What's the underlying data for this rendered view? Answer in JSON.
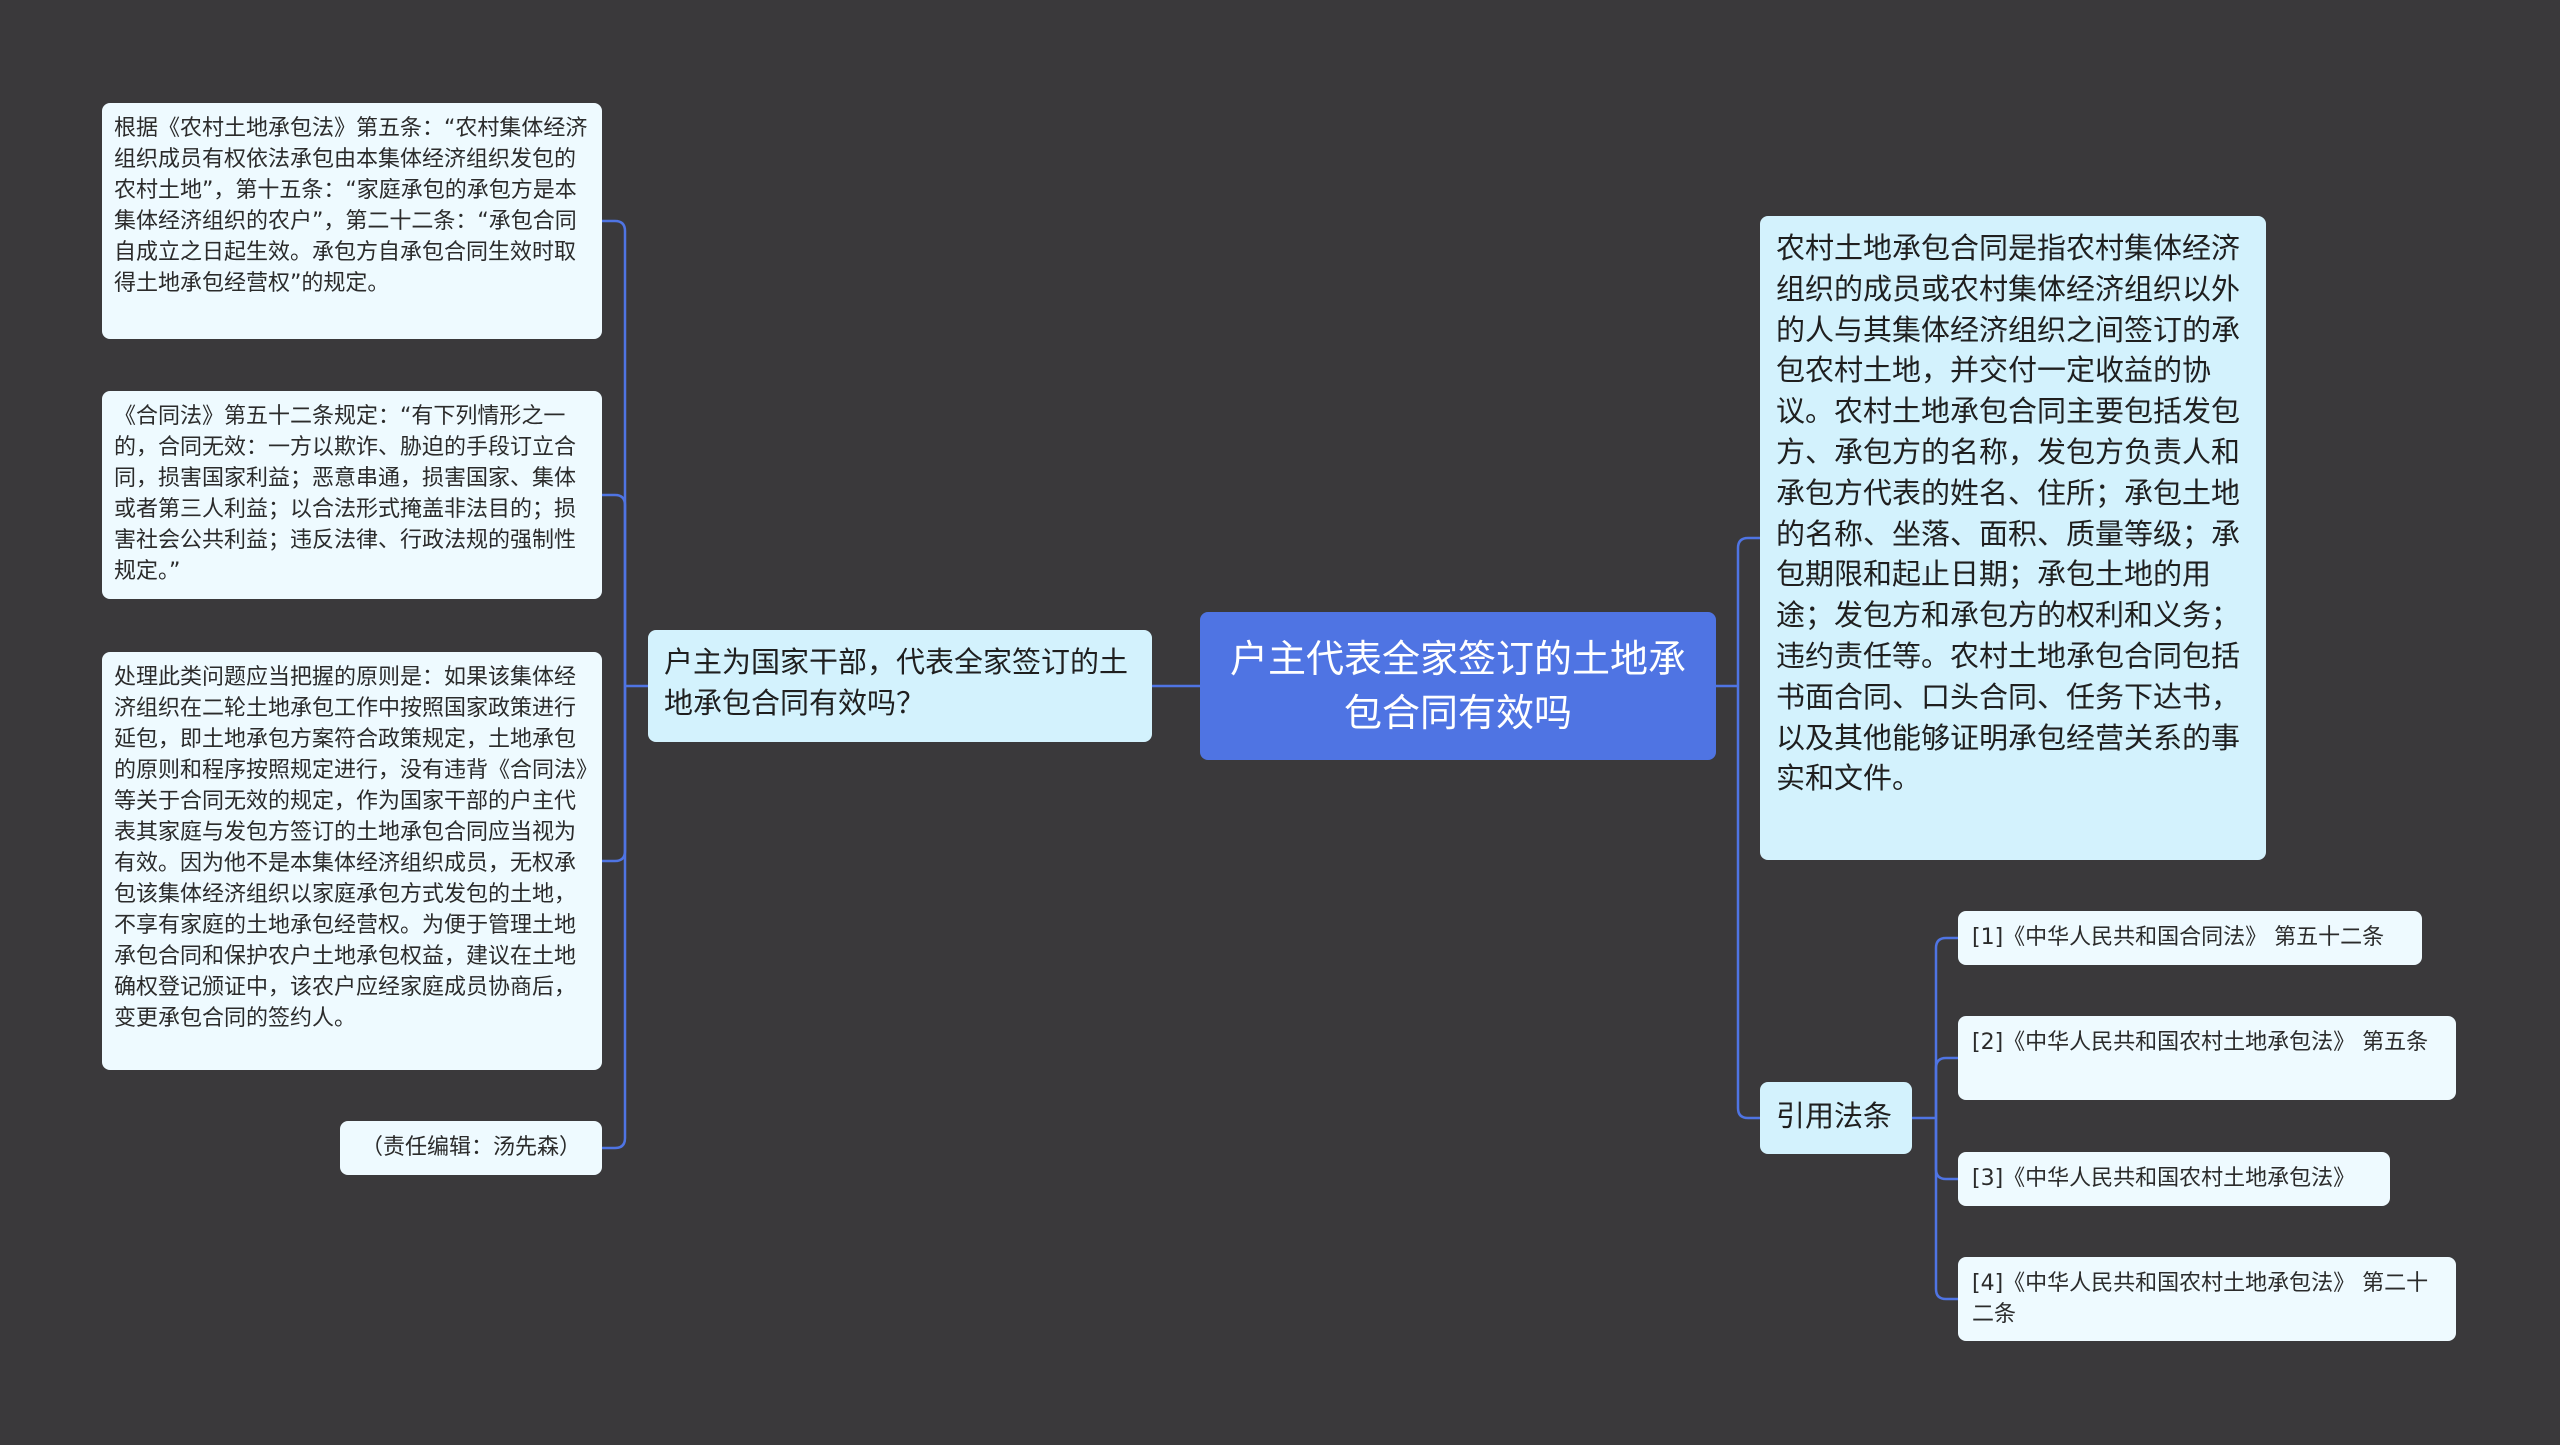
{
  "root": {
    "label": "户主代表全家签订的土地承包合同有效吗"
  },
  "left_branch": {
    "label": "户主为国家干部，代表全家签订的土地承包合同有效吗？",
    "children": [
      "根据《农村土地承包法》第五条：“农村集体经济组织成员有权依法承包由本集体经济组织发包的农村土地”，第十五条：“家庭承包的承包方是本集体经济组织的农户”，第二十二条：“承包合同自成立之日起生效。承包方自承包合同生效时取得土地承包经营权”的规定。",
      "《合同法》第五十二条规定：“有下列情形之一的，合同无效：一方以欺诈、胁迫的手段订立合同，损害国家利益；恶意串通，损害国家、集体或者第三人利益；以合法形式掩盖非法目的；损害社会公共利益；违反法律、行政法规的强制性规定。”",
      "处理此类问题应当把握的原则是：如果该集体经济组织在二轮土地承包工作中按照国家政策进行延包，即土地承包方案符合政策规定，土地承包的原则和程序按照规定进行，没有违背《合同法》等关于合同无效的规定，作为国家干部的户主代表其家庭与发包方签订的土地承包合同应当视为有效。因为他不是本集体经济组织成员，无权承包该集体经济组织以家庭承包方式发包的土地，不享有家庭的土地承包经营权。为便于管理土地承包合同和保护农户土地承包权益，建议在土地确权登记颁证中，该农户应经家庭成员协商后，变更承包合同的签约人。",
      "（责任编辑：汤先森）"
    ]
  },
  "right_definition": {
    "text": "农村土地承包合同是指农村集体经济组织的成员或农村集体经济组织以外的人与其集体经济组织之间签订的承包农村土地，并交付一定收益的协议。农村土地承包合同主要包括发包方、承包方的名称，发包方负责人和承包方代表的姓名、住所；承包土地的名称、坐落、面积、质量等级；承包期限和起止日期；承包土地的用途；发包方和承包方的权利和义务；违约责任等。农村土地承包合同包括书面合同、口头合同、任务下达书，以及其他能够证明承包经营关系的事实和文件。"
  },
  "citations": {
    "label": "引用法条",
    "items": [
      "[1]《中华人民共和国合同法》 第五十二条",
      "[2]《中华人民共和国农村土地承包法》 第五条",
      "[3]《中华人民共和国农村土地承包法》",
      "[4]《中华人民共和国农村土地承包法》 第二十二条"
    ]
  },
  "colors": {
    "background": "#3a393b",
    "root_fill": "#4f74e3",
    "branch_fill": "#d3f2fd",
    "leaf_fill": "#eefaff",
    "connector": "#4f74e3"
  }
}
